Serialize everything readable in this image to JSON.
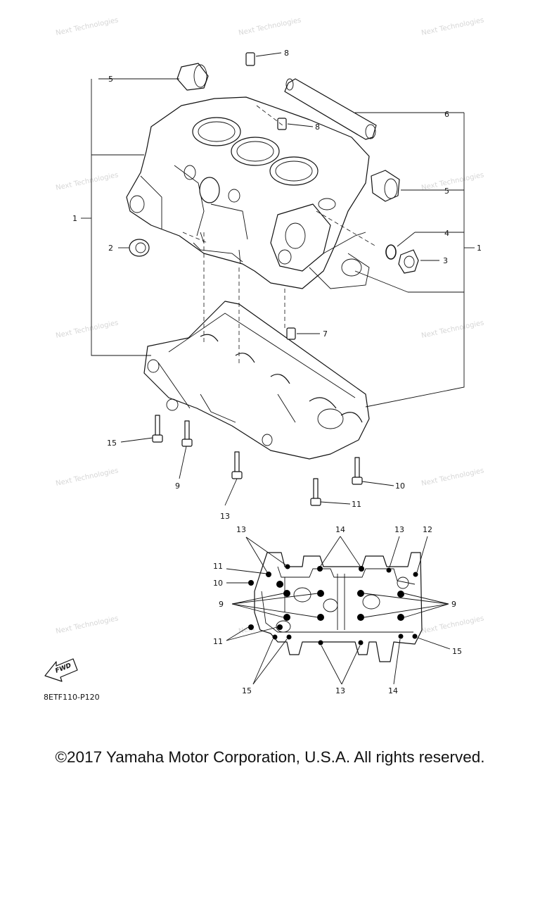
{
  "diagram": {
    "callouts": {
      "c1_left": "1",
      "c1_right": "1",
      "c2": "2",
      "c3": "3",
      "c4": "4",
      "c5_top": "5",
      "c5_right": "5",
      "c6": "6",
      "c7": "7",
      "c8_top": "8",
      "c8_mid": "8",
      "c9": "9",
      "c10": "10",
      "c11": "11",
      "c13": "13",
      "c15": "15"
    },
    "bolt_map_callouts": {
      "b13_left": "13",
      "b14_top": "14",
      "b13_top": "13",
      "b12": "12",
      "b11_a": "11",
      "b10": "10",
      "b9_left": "9",
      "b9_right": "9",
      "b11_b": "11",
      "b15_right": "15",
      "b15_left": "15",
      "b13_bottom": "13",
      "b14_bottom": "14"
    },
    "fwd_label": "FWD",
    "diagram_code": "8ETF110-P120",
    "watermark": "Next Technologies"
  },
  "copyright": "©2017 Yamaha Motor Corporation, U.S.A. All rights reserved."
}
